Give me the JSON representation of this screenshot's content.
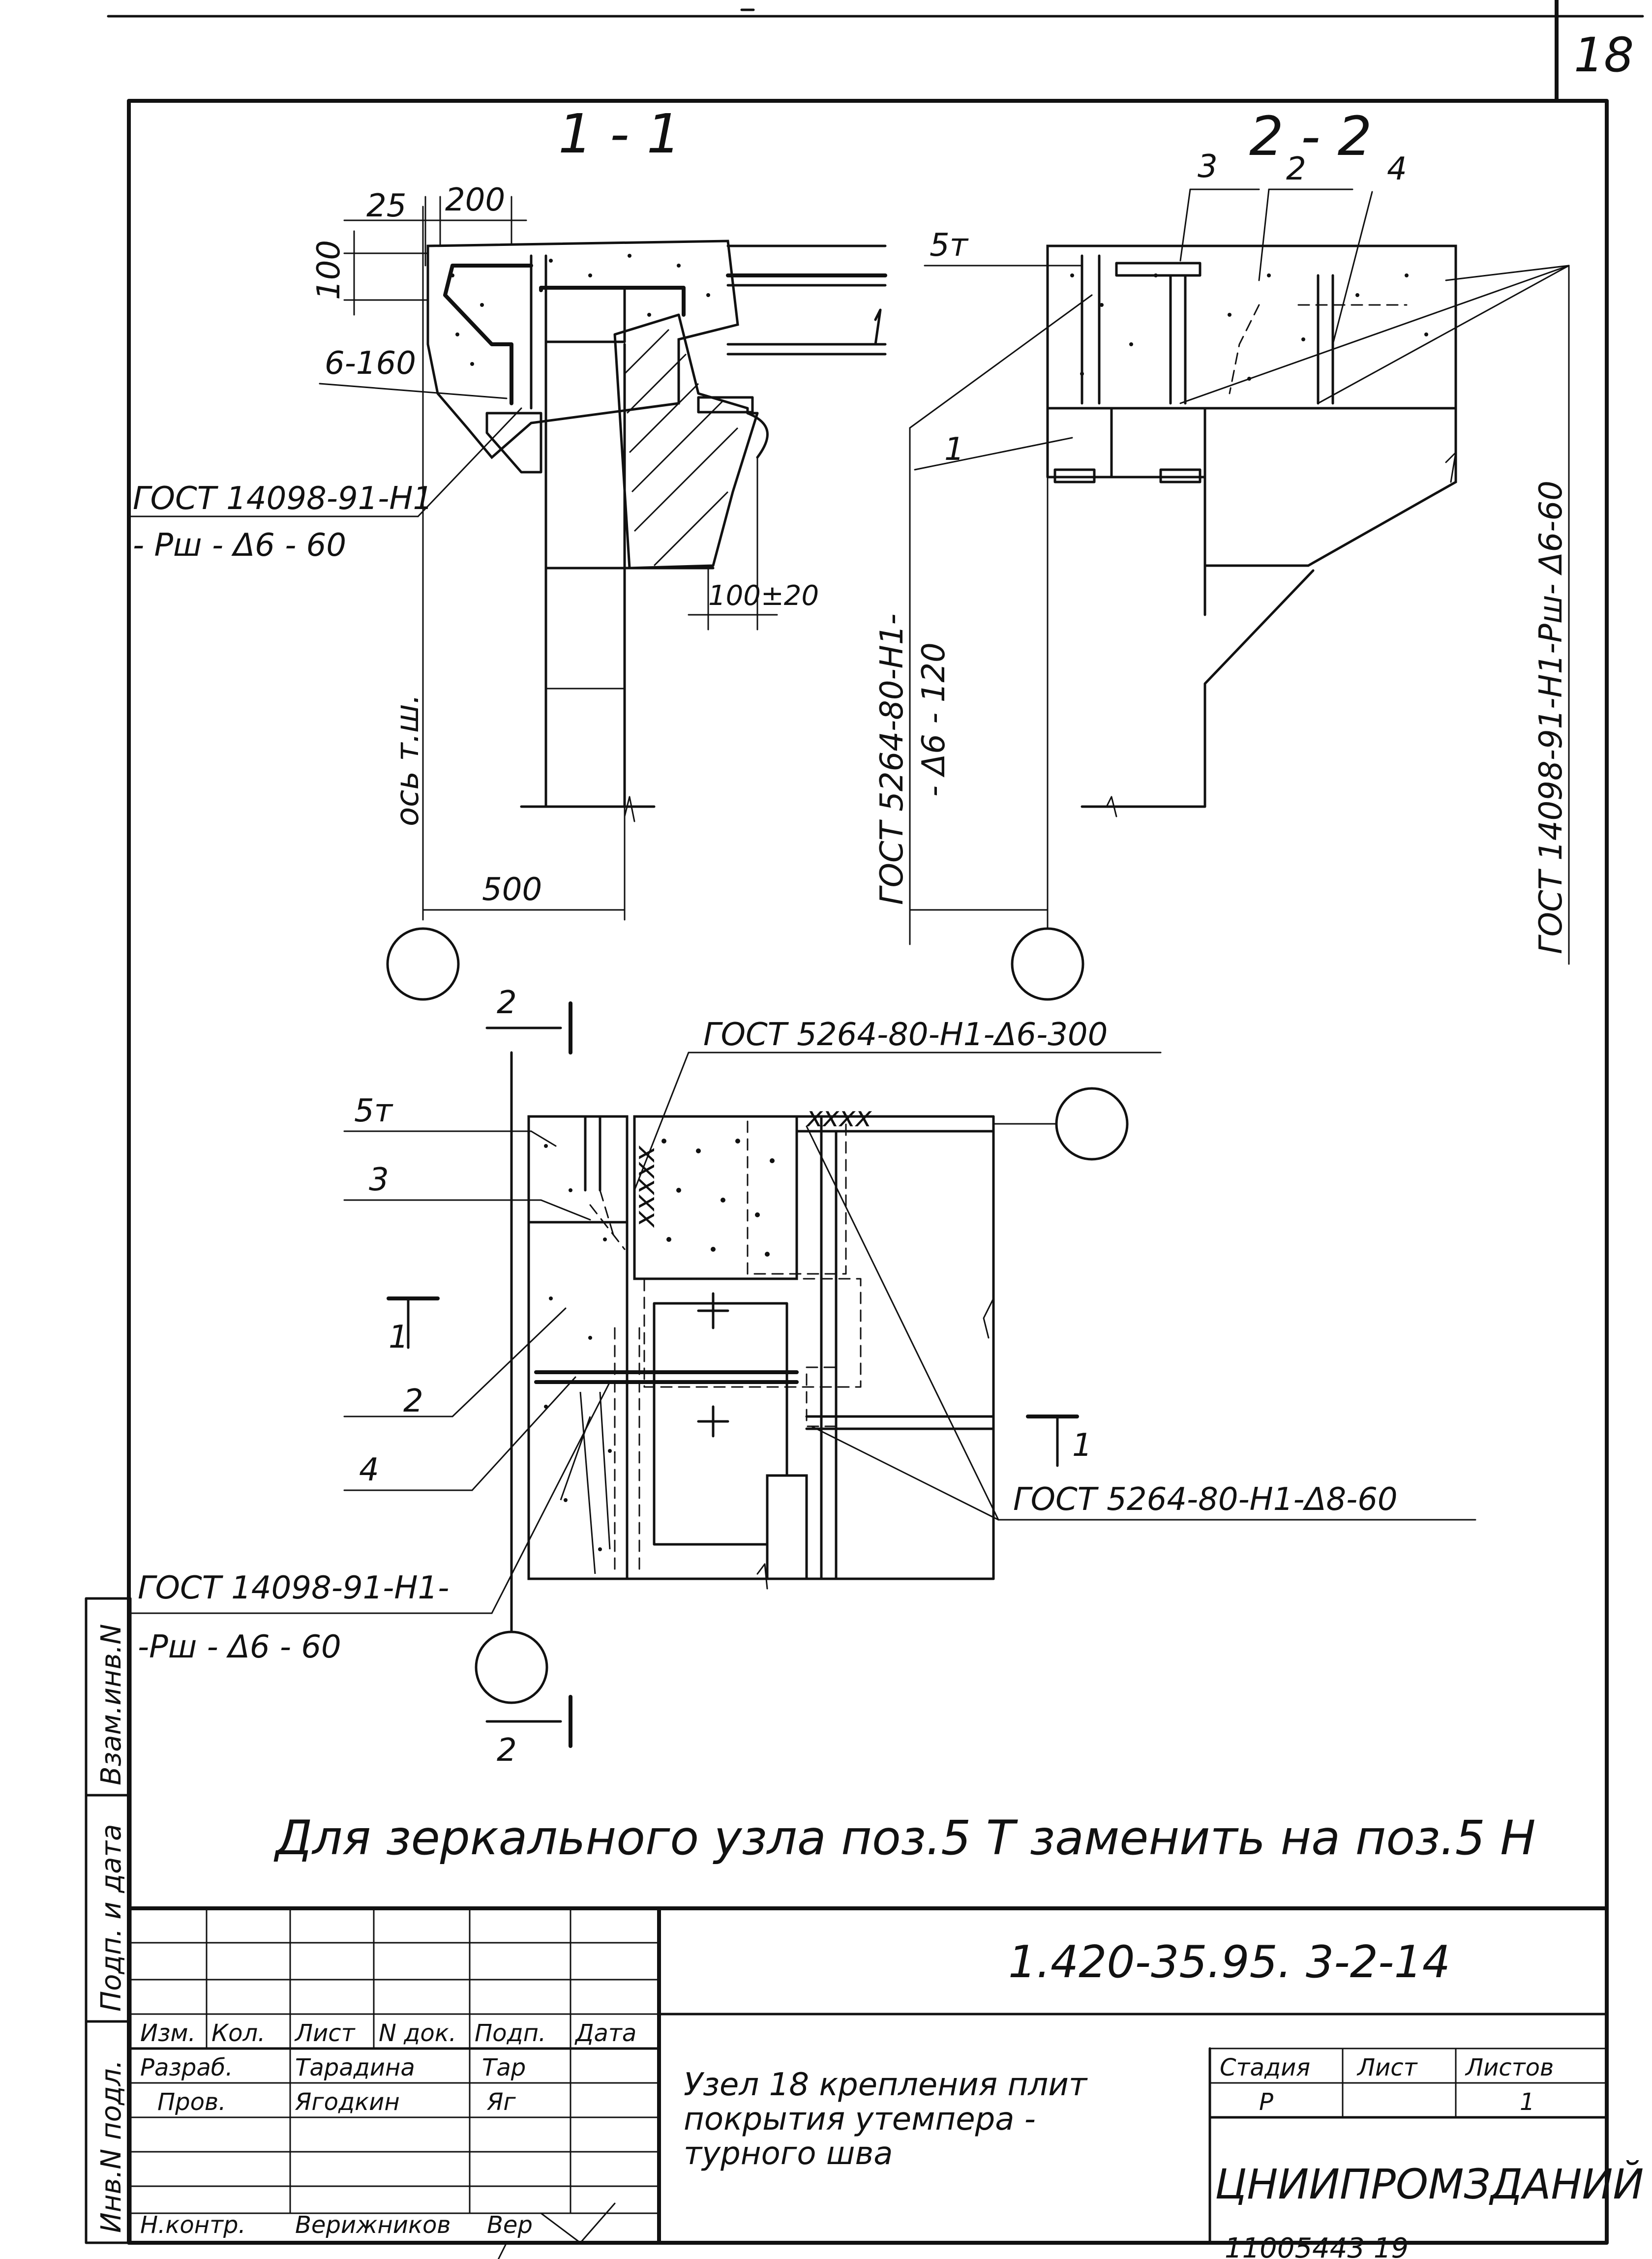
{
  "sheet": {
    "page_number": "18",
    "designation": "1.420-35.95. 3-2-14",
    "title_lines": [
      "Узел 18 крепления плит",
      "покрытия утемпера -",
      "турного шва"
    ],
    "organization": "ЦНИИПРОМЗДАНИЙ",
    "footer_code": "11005443  19"
  },
  "sections": {
    "section_1": {
      "title": "1 - 1",
      "dims": [
        "25",
        "200",
        "100",
        "500",
        "100±20"
      ],
      "labels": [
        "6-160",
        "ось т.ш."
      ],
      "callout": [
        "ГОСТ 14098-91-Н1",
        "- Рш - Δ6 - 60"
      ]
    },
    "section_2": {
      "title": "2 - 2",
      "positions": [
        "5т",
        "3",
        "2",
        "4",
        "1"
      ],
      "callout_left": [
        "ГОСТ 5264-80-Н1-",
        "- Δ6 - 120"
      ],
      "callout_right": "ГОСТ 14098-91-Н1-Рш- Δ6-60"
    },
    "plan": {
      "positions": [
        "5т",
        "3",
        "2",
        "4"
      ],
      "cut_marks": [
        "2",
        "2",
        "1",
        "1"
      ],
      "callout_top": "ГОСТ 5264-80-Н1-Δ6-300",
      "callout_right": "ГОСТ 5264-80-Н1-Δ8-60",
      "callout_left": [
        "ГОСТ 14098-91-Н1-",
        "-Рш - Δ6 - 60"
      ]
    }
  },
  "note": "Для зеркального узла поз.5 Т заменить на поз.5 Н",
  "title_block": {
    "headers": [
      "Изм.",
      "Кол.",
      "Лист",
      "N док.",
      "Подп.",
      "Дата"
    ],
    "rows": [
      {
        "role": "Разраб.",
        "name": "Тарадина",
        "sign": "Тар"
      },
      {
        "role": "Пров.",
        "name": "Ягодкин",
        "sign": "Яг"
      },
      {
        "role": "Н.контр.",
        "name": "Верижников",
        "sign": "Вер"
      }
    ],
    "stage_headers": [
      "Стадия",
      "Лист",
      "Листов"
    ],
    "stage_values": [
      "Р",
      "",
      "1"
    ]
  },
  "margin_stamp": [
    "Инв.N подл.",
    "Подп. и дата",
    "Взам.инв.N"
  ]
}
